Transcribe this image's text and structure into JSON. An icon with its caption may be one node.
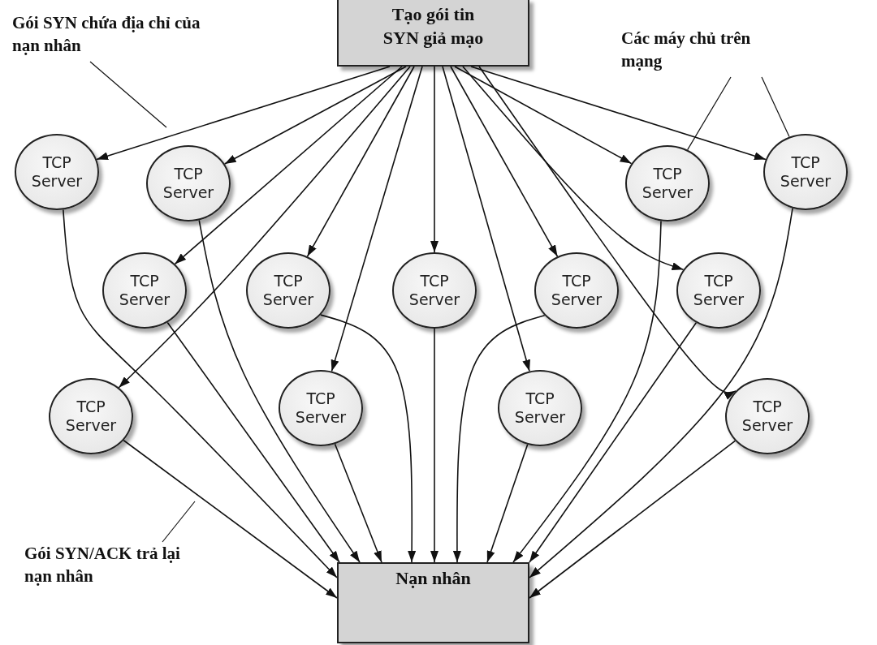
{
  "diagram": {
    "nodes": [
      {
        "text": [
          "Gói SYN chứa địa chỉ của nạn nhân"
        ]
      },
      {
        "text": [
          "Tạo gói tin SYN giả mạo"
        ]
      },
      {
        "text": [
          "Các máy chủ trên mạng"
        ]
      },
      {
        "text": [
          "TCP Server"
        ]
      },
      {
        "text": [
          "TCP Server"
        ]
      },
      {
        "text": [
          "TCP Server"
        ]
      },
      {
        "text": [
          "TCP Server"
        ]
      },
      {
        "text": [
          "TCP Server"
        ]
      },
      {
        "text": [
          "TCP Server"
        ]
      },
      {
        "text": [
          "TCP Server"
        ]
      },
      {
        "text": [
          "TCP Server"
        ]
      },
      {
        "text": [
          "TCP Server"
        ]
      },
      {
        "text": [
          "TCP Server"
        ]
      },
      {
        "text": [
          "TCP Server"
        ]
      },
      {
        "text": [
          "TCP Server"
        ]
      },
      {
        "text": [
          "TCP Server"
        ]
      },
      {
        "text": [
          "Gói SYN/ACK trả lại nạn nhân"
        ]
      },
      {
        "text": [
          "Nạn nhân"
        ]
      }
    ],
    "edges": [
      {
        "from": 1,
        "to": 3,
        "arrow": "to"
      },
      {
        "from": 1,
        "to": 4,
        "arrow": "to"
      },
      {
        "from": 1,
        "to": 5,
        "arrow": "to"
      },
      {
        "from": 1,
        "to": 6,
        "arrow": "to"
      },
      {
        "from": 1,
        "to": 7,
        "arrow": "to"
      },
      {
        "from": 1,
        "to": 8,
        "arrow": "to"
      },
      {
        "from": 1,
        "to": 9,
        "arrow": "to"
      },
      {
        "from": 1,
        "to": 10,
        "arrow": "to"
      },
      {
        "from": 1,
        "to": 11,
        "arrow": "to"
      },
      {
        "from": 1,
        "to": 12,
        "arrow": "to"
      },
      {
        "from": 1,
        "to": 13,
        "arrow": "to"
      },
      {
        "from": 1,
        "to": 14,
        "arrow": "to"
      },
      {
        "from": 1,
        "to": 15,
        "arrow": "to"
      },
      {
        "from": 3,
        "to": 17,
        "arrow": "to"
      },
      {
        "from": 4,
        "to": 17,
        "arrow": "to"
      },
      {
        "from": 5,
        "to": 17,
        "arrow": "to"
      },
      {
        "from": 6,
        "to": 17,
        "arrow": "to"
      },
      {
        "from": 7,
        "to": 17,
        "arrow": "to"
      },
      {
        "from": 8,
        "to": 17,
        "arrow": "to"
      },
      {
        "from": 9,
        "to": 17,
        "arrow": "to"
      },
      {
        "from": 10,
        "to": 17,
        "arrow": "to"
      },
      {
        "from": 11,
        "to": 17,
        "arrow": "to"
      },
      {
        "from": 12,
        "to": 17,
        "arrow": "to"
      },
      {
        "from": 13,
        "to": 17,
        "arrow": "to"
      },
      {
        "from": 14,
        "to": 17,
        "arrow": "to"
      },
      {
        "from": 15,
        "to": 17,
        "arrow": "to"
      },
      {
        "from": 0,
        "to": null,
        "arrow": "none"
      },
      {
        "from": 2,
        "to": 5,
        "arrow": "none"
      },
      {
        "from": 2,
        "to": 6,
        "arrow": "none"
      },
      {
        "from": 16,
        "to": null,
        "arrow": "none"
      }
    ]
  }
}
